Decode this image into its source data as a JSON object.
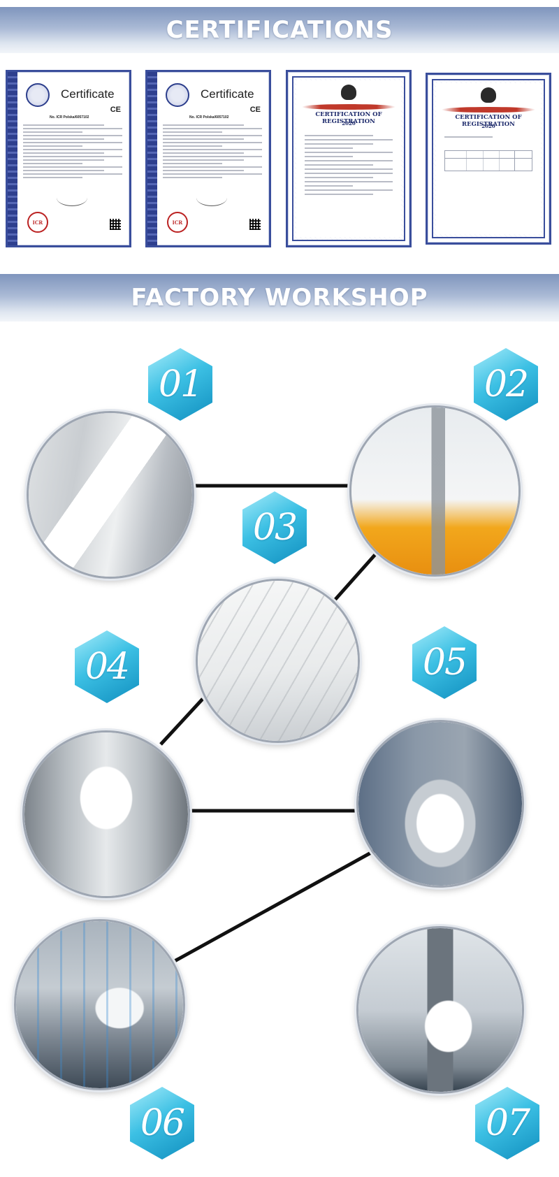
{
  "sections": {
    "certifications_title": "CERTIFICATIONS",
    "factory_title": "FACTORY WORKSHOP"
  },
  "certificates": [
    {
      "heading": "Certificate",
      "mark": "CE",
      "number": "No. ICR Polska/6057102",
      "seal": "ICR"
    },
    {
      "heading": "Certificate",
      "mark": "CE",
      "number": "No. ICR Polska/6057102",
      "seal": "ICR"
    },
    {
      "heading": "CERTIFICATION OF REGISTRATION",
      "year": "2020"
    },
    {
      "heading": "CERTIFICATION OF REGISTRATION",
      "year": "2020"
    }
  ],
  "workshop_steps": [
    {
      "number": "01",
      "photo": "filter-fabric-roll-feeding"
    },
    {
      "number": "02",
      "photo": "mask-welding-press"
    },
    {
      "number": "03",
      "photo": "embossed-mask-sheet"
    },
    {
      "number": "04",
      "photo": "mask-forming-machine"
    },
    {
      "number": "05",
      "photo": "cup-mask-forming-mold"
    },
    {
      "number": "06",
      "photo": "automated-production-line"
    },
    {
      "number": "07",
      "photo": "ultrasonic-welding-station"
    }
  ],
  "colors": {
    "banner_gradient_top": "#7f95bd",
    "hex_badge_light": "#a7ecfa",
    "hex_badge_dark": "#118fbf",
    "certificate_border": "#3a4e9c",
    "connector_line": "#111111"
  }
}
